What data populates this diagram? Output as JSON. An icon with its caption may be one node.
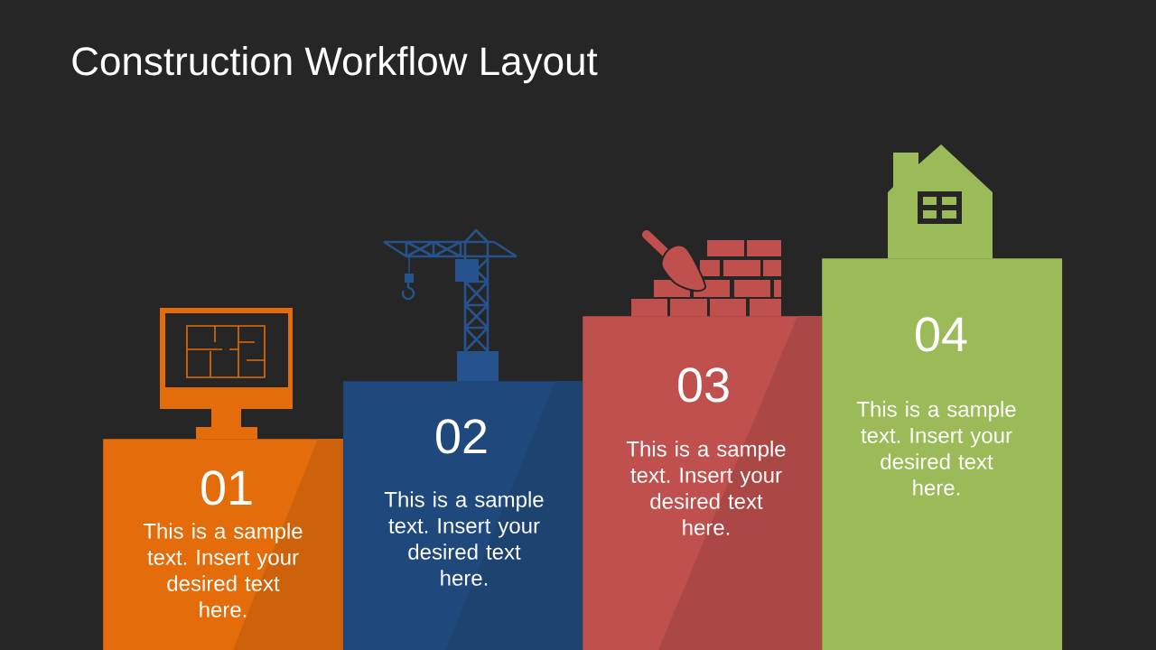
{
  "diagram": {
    "title": "Construction Workflow Layout",
    "nodes": [
      {
        "text": [
          "01",
          "This is a sample text. Insert your desired text here."
        ]
      },
      {
        "text": [
          "02",
          "This is a sample text. Insert your desired text here."
        ]
      },
      {
        "text": [
          "03",
          "This is a sample text. Insert your desired text here."
        ]
      },
      {
        "text": [
          "04",
          "This is a sample text. Insert your desired text here."
        ]
      }
    ]
  }
}
